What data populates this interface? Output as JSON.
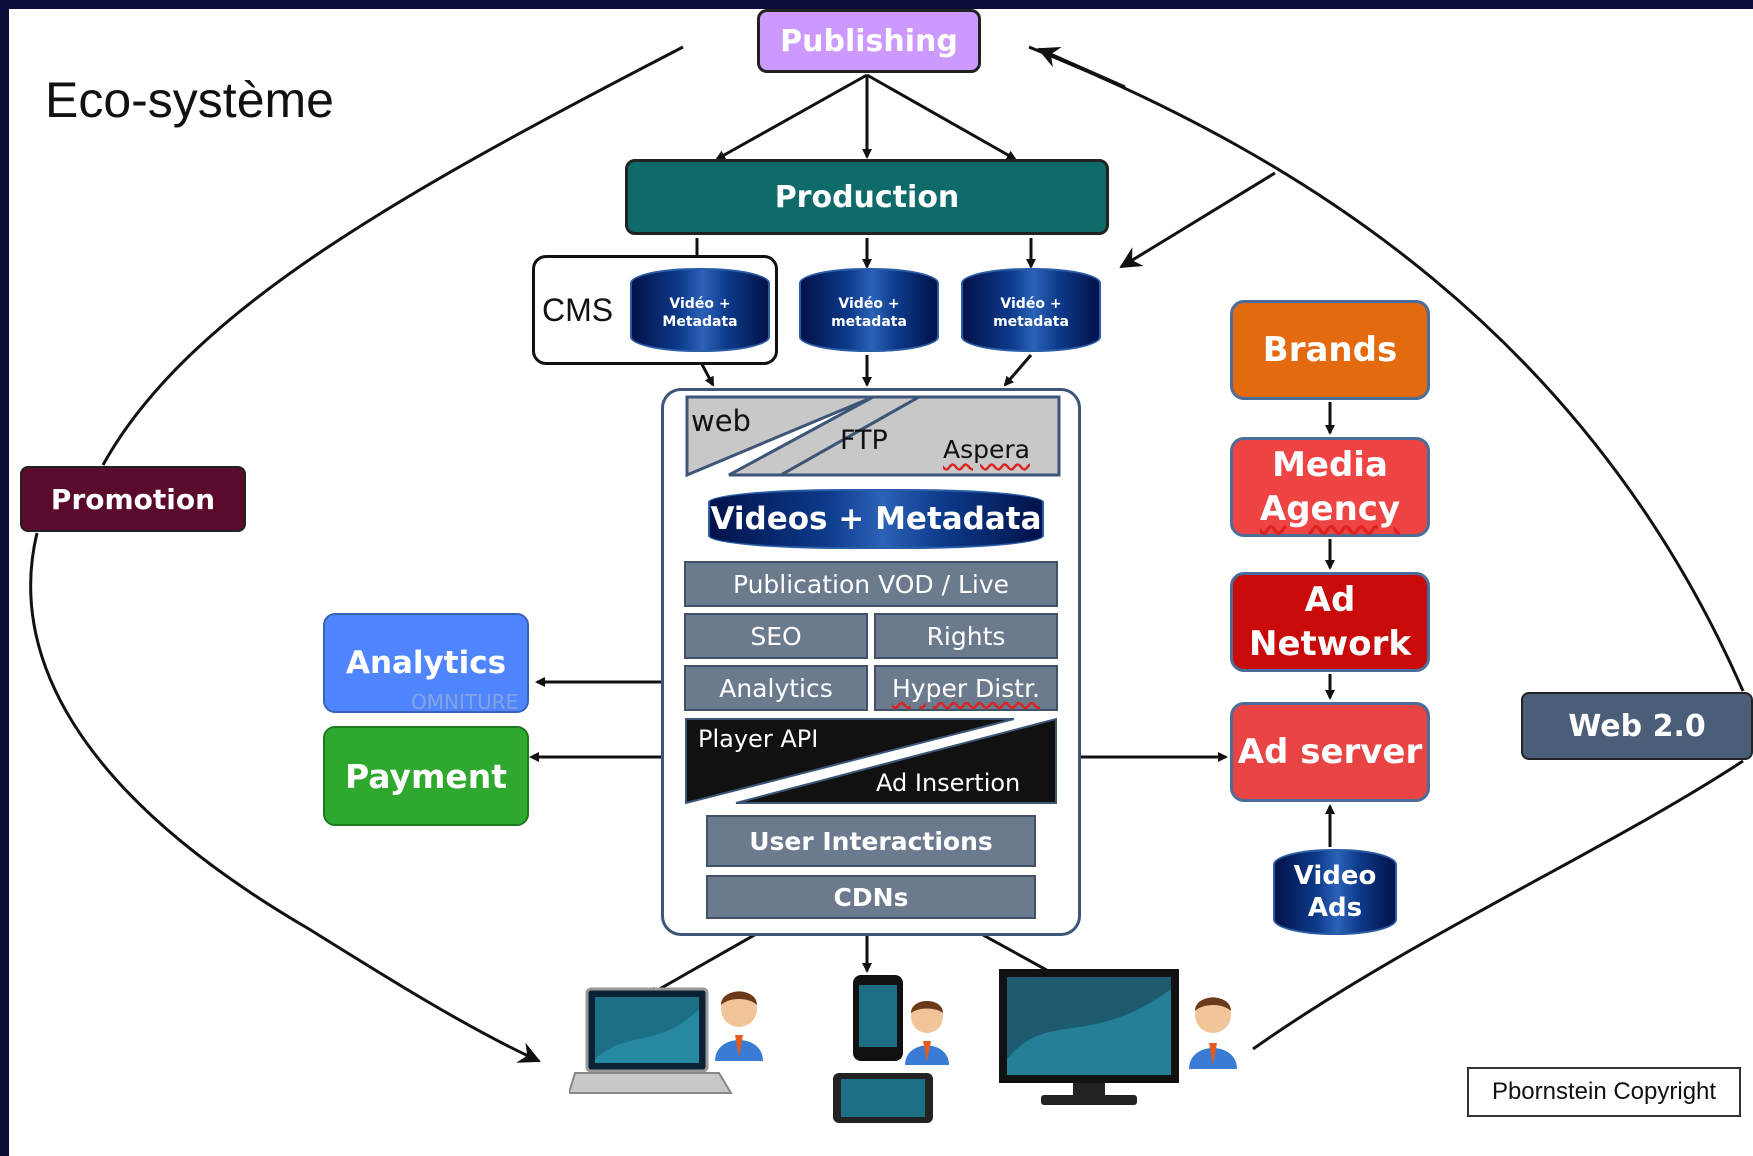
{
  "title": "Eco-système",
  "publishing": "Publishing",
  "production": "Production",
  "promotion": "Promotion",
  "web20": "Web 2.0",
  "cms": "CMS",
  "storage": [
    {
      "line1": "Vidéo +",
      "line2": "Metadata"
    },
    {
      "line1": "Vidéo +",
      "line2": "metadata"
    },
    {
      "line1": "Vidéo +",
      "line2": "metadata"
    }
  ],
  "platform": {
    "ingest": {
      "web": "web",
      "ftp": "FTP",
      "aspera": "Aspera"
    },
    "videos_metadata": "Videos + Metadata",
    "publication": "Publication VOD / Live",
    "seo": "SEO",
    "rights": "Rights",
    "analytics": "Analytics",
    "hyper_distr": "Hyper Distr.",
    "player_api": "Player API",
    "ad_insertion": "Ad Insertion",
    "user_interactions": "User Interactions",
    "cdns": "CDNs"
  },
  "left_services": {
    "analytics": "Analytics",
    "analytics_watermark": "OMNITURE",
    "payment": "Payment"
  },
  "ad_chain": {
    "brands": "Brands",
    "media_agency_l1": "Media",
    "media_agency_l2": "Agency",
    "ad_network_l1": "Ad",
    "ad_network_l2": "Network",
    "ad_server": "Ad server",
    "video_ads_l1": "Video",
    "video_ads_l2": "Ads"
  },
  "copyright": "Pbornstein Copyright",
  "colors": {
    "publishing": "#cc99ff",
    "production": "#0f6b6a",
    "promotion": "#5a0a2c",
    "web20": "#4a5e78",
    "analytics": "#4f86ff",
    "payment": "#2ea82e",
    "brands": "#e36a0f",
    "media_agency": "#ee4444",
    "ad_network": "#c80a0a",
    "ad_server": "#e84444"
  },
  "icons": [
    "laptop-user-icon",
    "phone-tablet-user-icon",
    "tv-user-icon"
  ]
}
